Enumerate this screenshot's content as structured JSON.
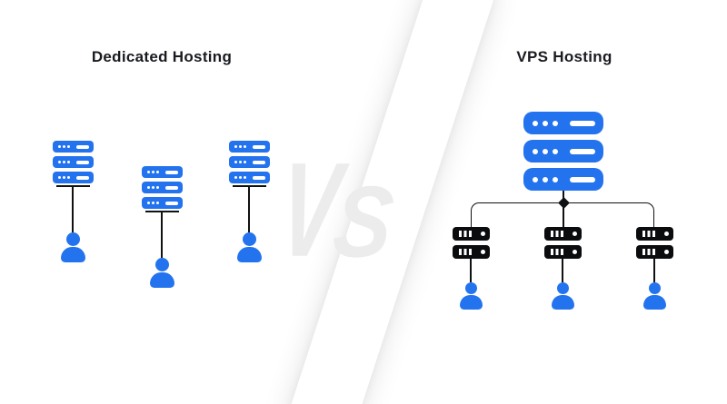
{
  "left_panel": {
    "title": "Dedicated Hosting",
    "groups": [
      {
        "server_icon": "dedicated-server-icon",
        "client_icon": "user-icon"
      },
      {
        "server_icon": "dedicated-server-icon",
        "client_icon": "user-icon"
      },
      {
        "server_icon": "dedicated-server-icon",
        "client_icon": "user-icon"
      }
    ]
  },
  "right_panel": {
    "title": "VPS Hosting",
    "host_server_icon": "physical-host-server-icon",
    "vps_groups": [
      {
        "server_icon": "vps-instance-server-icon",
        "client_icon": "user-icon"
      },
      {
        "server_icon": "vps-instance-server-icon",
        "client_icon": "user-icon"
      },
      {
        "server_icon": "vps-instance-server-icon",
        "client_icon": "user-icon"
      }
    ]
  },
  "divider": {
    "letters": [
      "V",
      "S"
    ]
  },
  "colors": {
    "blue": "#2473ee",
    "server_black": "#0b0c0e",
    "line": "#101113",
    "title_text": "#191b20",
    "vs_gray": "#ececec",
    "background": "#ffffff"
  }
}
